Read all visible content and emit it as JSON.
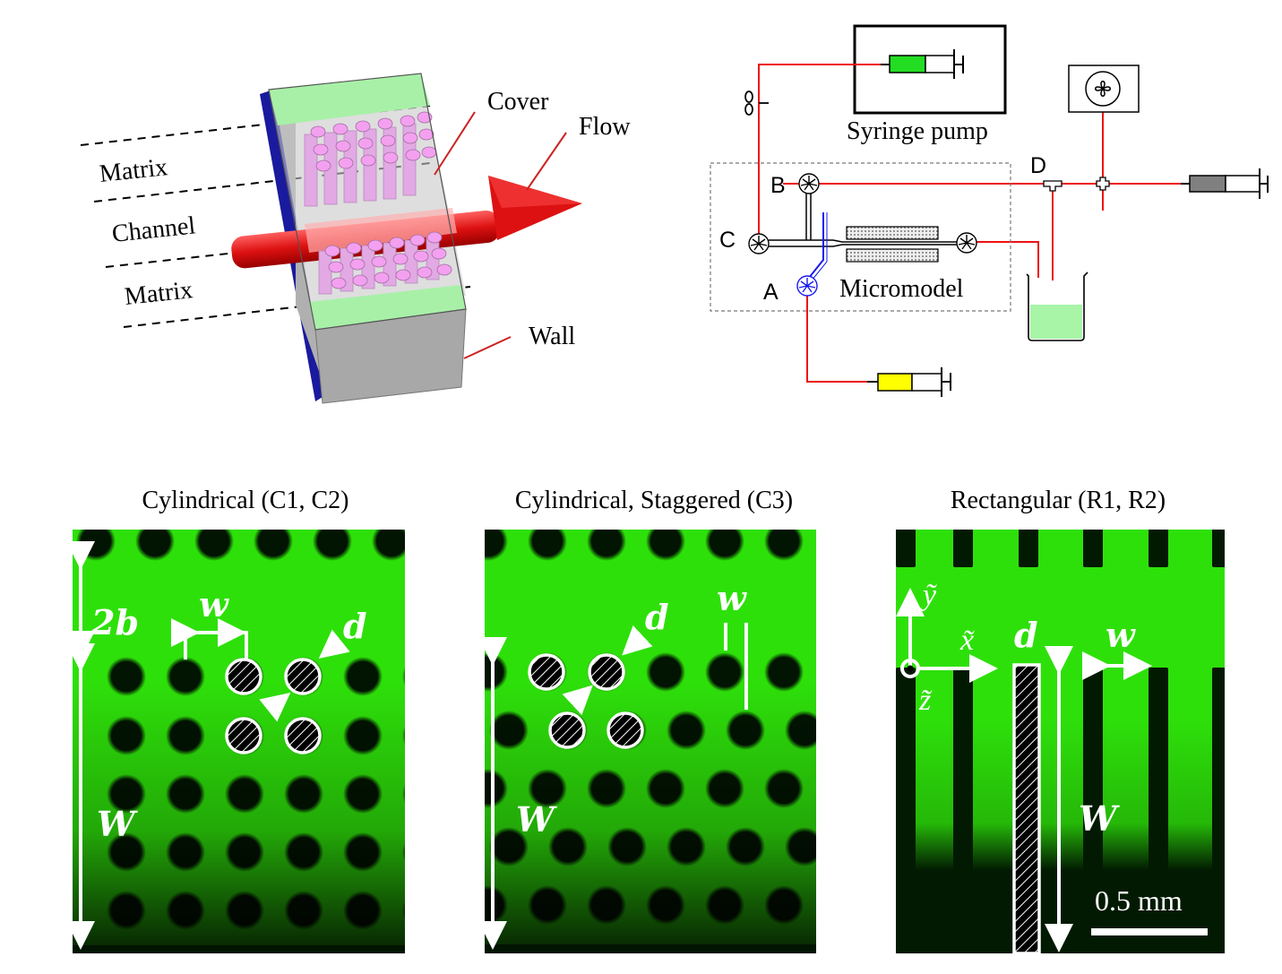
{
  "schematic": {
    "labels": {
      "matrix_top": "Matrix",
      "channel": "Channel",
      "matrix_bottom": "Matrix",
      "cover": "Cover",
      "flow": "Flow",
      "wall": "Wall"
    },
    "colors": {
      "side_wall": "#1a1a9e",
      "cover_green": "#a8f0a8",
      "pillar": "#e2a9e4",
      "pillar_top": "#f4a0f0",
      "flow_arrow": "#dd1111",
      "wall_gray": "#a8a8a8"
    }
  },
  "setup": {
    "labels": {
      "syringe_pump": "Syringe pump",
      "micromodel": "Micromodel",
      "port_a": "A",
      "port_b": "B",
      "port_c": "C",
      "port_d": "D"
    },
    "colors": {
      "tubing": "#ee1111",
      "syringe_green": "#22dd22",
      "syringe_gray": "#808080",
      "syringe_yellow": "#ffff00",
      "beaker_liquid": "#a8f5a8",
      "port_a": "#1a1aee"
    }
  },
  "panels": [
    {
      "title": "Cylindrical (C1, C2)",
      "labels": {
        "half_gap": "2b",
        "spacing": "w",
        "diameter": "d",
        "width": "W"
      }
    },
    {
      "title": "Cylindrical, Staggered (C3)",
      "labels": {
        "spacing": "w",
        "diameter": "d",
        "width": "W"
      }
    },
    {
      "title": "Rectangular (R1, R2)",
      "labels": {
        "axis_y": "ỹ",
        "axis_x": "x̃",
        "axis_z": "z̃",
        "diameter": "d",
        "spacing": "w",
        "width": "W",
        "scale_bar": "0.5 mm"
      }
    }
  ],
  "colors": {
    "fluor_green": "#2ee00a",
    "dark": "#021a02",
    "annot": "#ffffff"
  }
}
